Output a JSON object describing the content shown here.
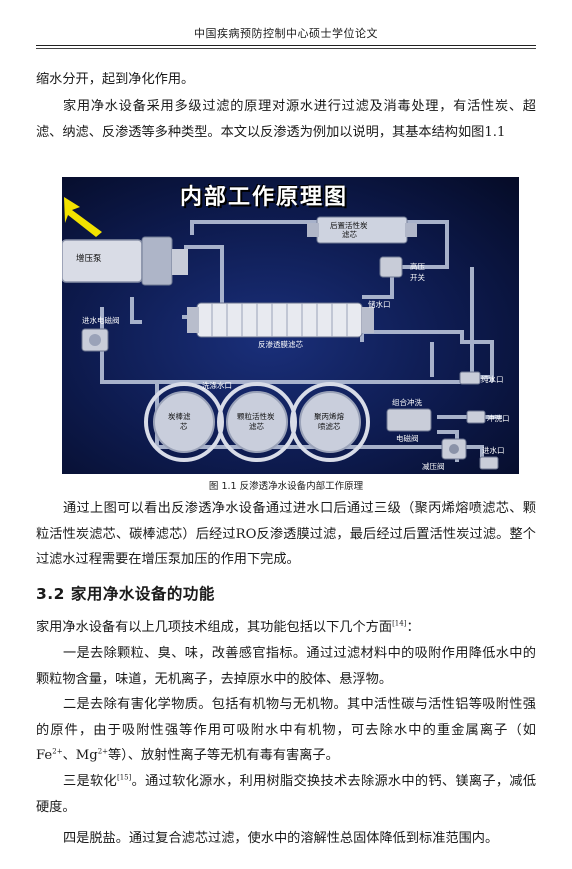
{
  "header": {
    "title": "中国疾病预防控制中心硕士学位论文"
  },
  "paragraphs": {
    "p1": "缩水分开，起到净化作用。",
    "p2": "家用净水设备采用多级过滤的原理对源水进行过滤及消毒处理，有活性炭、超滤、纳滤、反渗透等多种类型。本文以反渗透为例加以说明，其基本结构如图1.1",
    "p3": "通过上图可以看出反渗透净水设备通过进水口后通过三级（聚丙烯熔喷滤芯、颗粒活性炭滤芯、碳棒滤芯）后经过RO反渗透膜过滤，最后经过后置活性炭过滤。整个过滤水过程需要在增压泵加压的作用下完成。",
    "p4_pre": "家用净水设备有以上几项技术组成，其功能包括以下几个方面",
    "p4_ref": "[14]",
    "p4_post": "：",
    "p5": "一是去除颗粒、臭、味，改善感官指标。通过过滤材料中的吸附作用降低水中的颗粒物含量，味道，无机离子，去掉原水中的胶体、悬浮物。",
    "p6_a": "二是去除有害化学物质。包括有机物与无机物。其中活性碳与活性铝等吸附性强的原件，由于吸附性强等作用可吸附水中有机物，可去除水中的重金属离子（如 Fe",
    "p6_sup1": "2+",
    "p6_b": "、Mg",
    "p6_sup2": "2+",
    "p6_c": "等）、放射性离子等无机有毒有害离子。",
    "p7_a": "三是软化",
    "p7_ref": "[15]",
    "p7_b": "。通过软化源水，利用树脂交换技术去除源水中的钙、镁离子，减低硬度。",
    "p8": "四是脱盐。通过复合滤芯过滤，使水中的溶解性总固体降低到标准范围内。"
  },
  "section": {
    "heading": "3.2 家用净水设备的功能"
  },
  "figure": {
    "title": "内部工作原理图",
    "caption": "图 1.1 反渗透净水设备内部工作原理",
    "labels": {
      "pump": "增压泵",
      "post_carbon_1": "后置活性炭",
      "post_carbon_2": "滤芯",
      "high_pressure_1": "高压",
      "high_pressure_2": "开关",
      "storage_outlet": "储水口",
      "inlet_valve": "进水电磁阀",
      "ro_membrane": "反渗透膜滤芯",
      "pure_outlet": "纯水口",
      "flush_outlet": "洗涤水口",
      "filter1_1": "炭棒滤",
      "filter1_2": "芯",
      "filter2_1": "颗粒活性炭",
      "filter2_2": "滤芯",
      "filter3_1": "聚丙烯熔",
      "filter3_2": "喷滤芯",
      "combo_valve_1": "组合冲洗",
      "combo_valve_2": "电磁阀",
      "rinse_outlet": "冲洗口",
      "inlet": "进水口",
      "pressure_valve": "减压阀"
    }
  }
}
